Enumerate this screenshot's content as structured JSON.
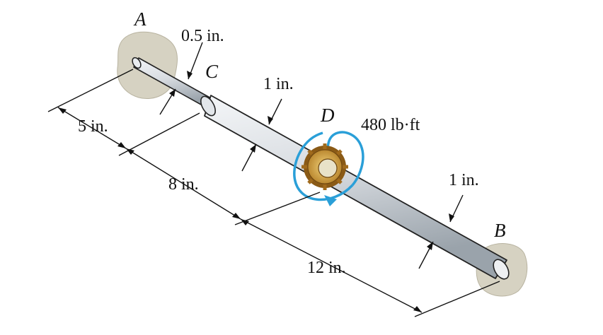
{
  "points": {
    "a": "A",
    "b": "B",
    "c": "C",
    "d": "D"
  },
  "dimensions": {
    "diameter_ac": "0.5 in.",
    "diameter_cd": "1 in.",
    "diameter_db": "1 in.",
    "length_ac": "5 in.",
    "length_cd": "8 in.",
    "length_db": "12 in."
  },
  "torque": "480 lb·ft",
  "colors": {
    "support": "#d6d2c2",
    "shaft": "#d9dde2",
    "gear": "#d9a43c",
    "torque_arrow": "#2a9fd8"
  }
}
